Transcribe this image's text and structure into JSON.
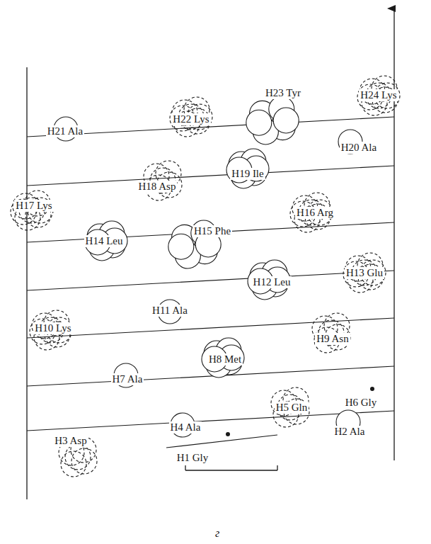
{
  "diagram": {
    "labels": [
      "H1 Gly",
      "H2 Ala",
      "H3 Asp",
      "H4 Ala",
      "H5 Gln",
      "H6 Gly",
      "H7 Ala",
      "H8 Met",
      "H9 Asn",
      "H10 Lys",
      "H11 Ala",
      "H12 Leu",
      "H13 Glu",
      "H14 Leu",
      "H15 Phe",
      "H16 Arg",
      "H17 Lys",
      "H18 Asp",
      "H19 Ile",
      "H20 Ala",
      "H21 Ala",
      "H22 Lys",
      "H23 Tyr",
      "H24 Lys",
      "г"
    ]
  }
}
